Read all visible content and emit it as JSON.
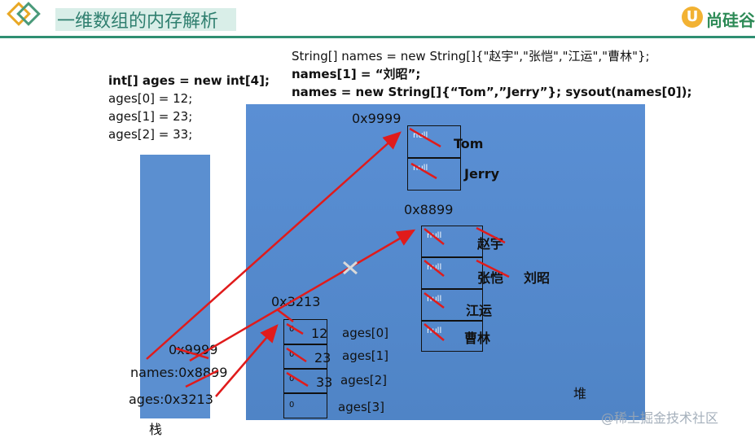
{
  "header": {
    "title": "一维数组的内存解析",
    "logo_mark": "U",
    "logo_text": "尚硅谷"
  },
  "code_left": [
    "int[] ages = new int[4];",
    "ages[0] = 12;",
    "ages[1] = 23;",
    "ages[2] = 33;"
  ],
  "code_right": [
    "String[] names = new String[]{\"赵宇\",\"张恺\",\"江运\",\"曹林\"};",
    "names[1] = “刘昭”;",
    "names = new String[]{“Tom”,”Jerry”}; sysout(names[0]);"
  ],
  "stack": {
    "label": "栈",
    "var_names_old": "0x9999",
    "var_names": "names:0x8899",
    "var_ages": "ages:0x3213"
  },
  "heap": {
    "label": "堆",
    "arr_tom": {
      "addr": "0x9999",
      "cells": [
        {
          "null": "null",
          "value": "Tom"
        },
        {
          "null": "null",
          "value": "Jerry"
        }
      ]
    },
    "arr_names": {
      "addr": "0x8899",
      "cells": [
        {
          "null": "null",
          "value": "赵宇",
          "extra": ""
        },
        {
          "null": "null",
          "value": "张恺",
          "extra": "刘昭"
        },
        {
          "null": "null",
          "value": "江运",
          "extra": ""
        },
        {
          "null": "null",
          "value": "曹林",
          "extra": ""
        }
      ]
    },
    "arr_ages": {
      "addr": "0x3213",
      "cells": [
        {
          "zero": "0",
          "value": "12",
          "label": "ages[0]"
        },
        {
          "zero": "0",
          "value": "23",
          "label": "ages[1]"
        },
        {
          "zero": "0",
          "value": "33",
          "label": "ages[2]"
        },
        {
          "zero": "0",
          "value": "",
          "label": "ages[3]"
        }
      ]
    }
  },
  "watermark": "@稀土掘金技术社区",
  "colors": {
    "arrow": "#e01b1b",
    "stack": "#5b8fd0",
    "heap": "#4f84c6",
    "accent": "#2f8f72"
  }
}
